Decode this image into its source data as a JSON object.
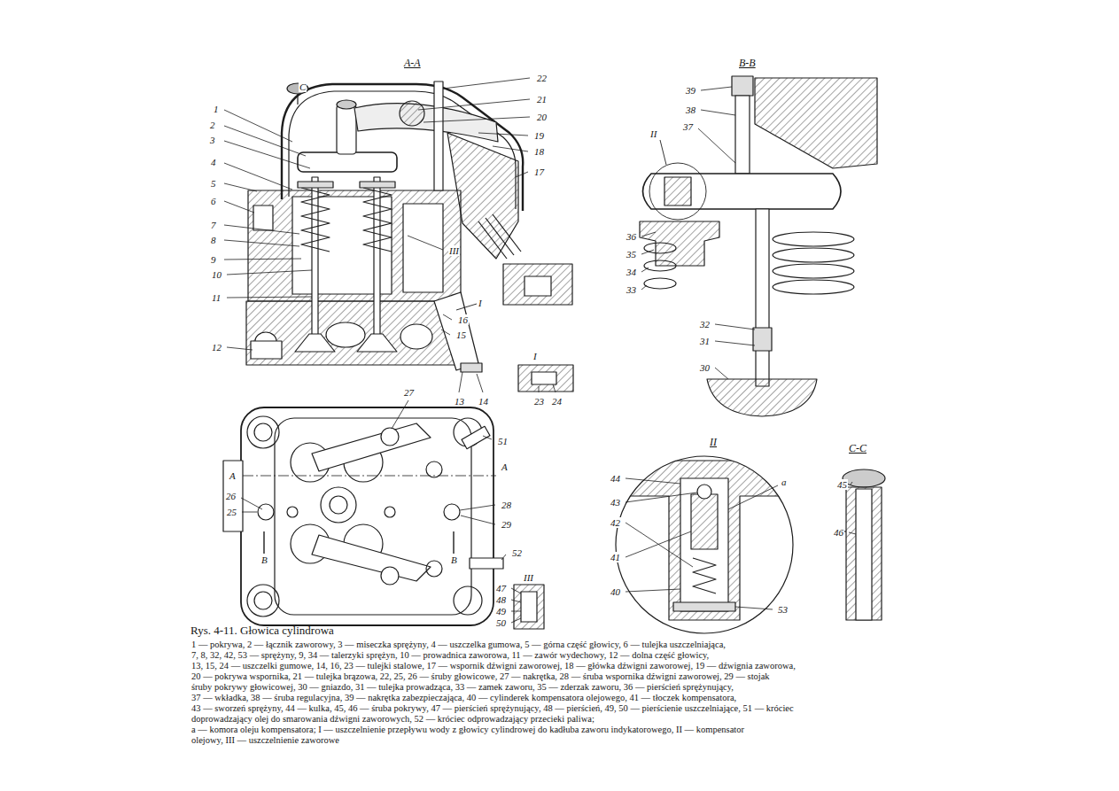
{
  "diagram": {
    "caption": "Rys. 4-11. Głowica cylindrowa",
    "labels": [
      "A-A",
      "C",
      "1",
      "2",
      "3",
      "4",
      "5",
      "6",
      "7",
      "8",
      "9",
      "10",
      "11",
      "12",
      "22",
      "21",
      "20",
      "19",
      "18",
      "17",
      "III",
      "I",
      "16",
      "15",
      "13",
      "14",
      "I",
      "23",
      "24",
      "B-B",
      "39",
      "38",
      "37",
      "II",
      "36",
      "35",
      "34",
      "33",
      "32",
      "31",
      "30",
      "27",
      "51",
      "A",
      "A",
      "26",
      "25",
      "28",
      "29",
      "B",
      "B",
      "52",
      "III",
      "47",
      "48",
      "49",
      "50",
      "II",
      "44",
      "43",
      "42",
      "41",
      "40",
      "a",
      "53",
      "C-C",
      "45",
      "46",
      "1 — pokrywa, 2 — łącznik zaworowy, 3 — miseczka sprężyny, 4 — uszczelka gumowa, 5 — górna część głowicy, 6 — tulejka uszczelniająca,",
      "7, 8, 32, 42, 53 — sprężyny, 9, 34 — talerzyki sprężyn, 10 — prowadnica zaworowa, 11 — zawór wydechowy, 12 — dolna część głowicy,",
      "13, 15, 24 — uszczelki gumowe, 14, 16, 23 — tulejki stalowe, 17 — wspornik dźwigni zaworowej, 18 — główka dźwigni zaworowej, 19 — dźwignia zaworowa,",
      "20 — pokrywa wspornika, 21 — tulejka brązowa, 22, 25, 26 — śruby głowicowe, 27 — nakrętka, 28 — śruba wspornika dźwigni zaworowej, 29 — stojak",
      "śruby pokrywy głowicowej, 30 — gniazdo, 31 — tulejka prowadząca, 33 — zamek zaworu, 35 — zderzak zaworu, 36 — pierścień sprężynujący,",
      "37 — wkładka, 38 — śruba regulacyjna, 39 — nakrętka zabezpieczająca, 40 — cylinderek kompensatora olejowego, 41 — tłoczek kompensatora,",
      "43 — sworzeń sprężyny, 44 — kulka, 45, 46 — śruba pokrywy, 47 — pierścień sprężynujący, 48 — pierścień, 49, 50 — pierścienie uszczelniające, 51 — króciec",
      "doprowadzający olej do smarowania dźwigni zaworowych, 52 — króciec odprowadzający przecieki paliwa;",
      "a — komora oleju kompensatora; I — uszczelnienie przepływu wody z głowicy cylindrowej do kadłuba zaworu indykatorowego, II — kompensator",
      "olejowy, III — uszczelnienie zaworowe"
    ]
  }
}
